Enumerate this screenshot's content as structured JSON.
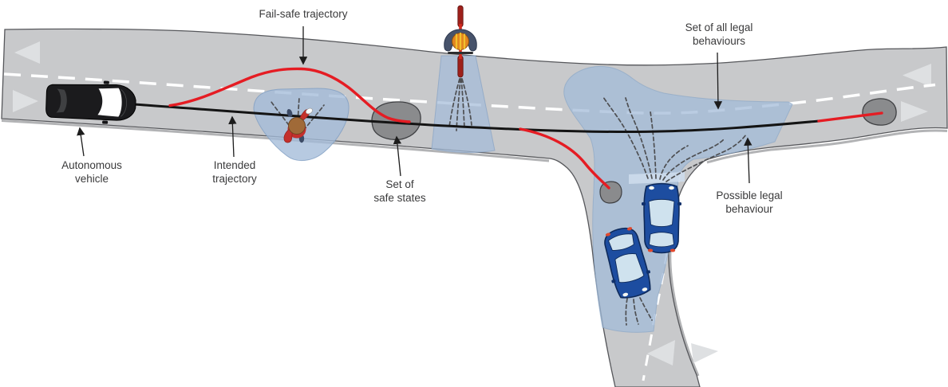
{
  "labels": {
    "fail_safe": {
      "text": "Fail-safe trajectory"
    },
    "autonomous": {
      "line1": "Autonomous",
      "line2": "vehicle"
    },
    "intended": {
      "line1": "Intended",
      "line2": "trajectory"
    },
    "safe_states": {
      "line1": "Set of",
      "line2": "safe states"
    },
    "legal_set": {
      "line1": "Set of all legal",
      "line2": "behaviours"
    },
    "possible": {
      "line1": "Possible legal",
      "line2": "behaviour"
    }
  },
  "colors": {
    "background": "#ffffff",
    "road": "#c8c9cb",
    "road_edge": "#56575b",
    "road_edge_shadow": "#b2b3b5",
    "lane_marking": "#ffffff",
    "chevron": "#dee0e2",
    "legal_behaviour_region": "#a3bbd8",
    "legal_behaviour_edge": "#86a3c4",
    "junction_stop_strip": "#cddcec",
    "safe_state_blob": "#8a8b8d",
    "safe_state_edge": "#3f4043",
    "fail_safe_trajectory": "#e51c23",
    "intended_trajectory": "#141414",
    "prediction_dash": "#4e4f52",
    "ego_vehicle": "#1b1b1d",
    "other_vehicle": "#1d4da0",
    "car_window": "#cfe2ee",
    "pedestrian_jacket": "#c4302c",
    "pedestrian_head": "#a06a38",
    "cyclist_helmet": "#e2861f",
    "cyclist_body": "#47536b",
    "cyclist_bike": "#d42b20",
    "label_text": "#3a3a3b",
    "annotation_arrow": "#1c1c1c"
  },
  "entities": {
    "ego_vehicle": "autonomous-vehicle-icon",
    "pedestrian": "pedestrian-icon",
    "cyclist": "cyclist-icon",
    "oncoming_car": "oncoming-car-icon",
    "departing_car": "departing-car-icon",
    "safe_state_blob_count": 3
  }
}
